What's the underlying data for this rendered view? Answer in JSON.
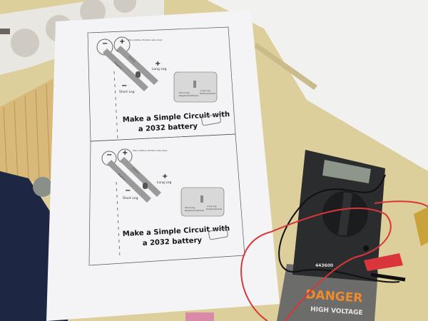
{
  "worksheet": {
    "cards": [
      {
        "title_line1": "Make a Simple Circuit with",
        "title_line2": "a 2032 battery",
        "long_leg": "Long Leg",
        "short_leg": "Short Leg",
        "battery_note": "Place battery Positive side down",
        "led_short": "Short Leg",
        "led_negative": "Negative/Cathode",
        "led_long": "Long Leg",
        "led_positive": "Positive/Anode",
        "negative_label": "Negative",
        "positive_label": "Positive",
        "logo": "Maker Happy"
      },
      {
        "title_line1": "Make a Simple Circuit with",
        "title_line2": "a 2032 battery",
        "long_leg": "Long Leg",
        "short_leg": "Short Leg",
        "battery_note": "Place battery Positive side down",
        "led_short": "Short Leg",
        "led_negative": "Negative/Cathode",
        "led_long": "Long Leg",
        "led_positive": "Positive/Anode",
        "negative_label": "Negative",
        "positive_label": "Positive",
        "logo": "Maker Happy"
      }
    ]
  },
  "multimeter": {
    "model": "443600",
    "pouch_line1": "DANGER",
    "pouch_line2": "HIGH VOLTAGE"
  },
  "colors": {
    "table": "#dccf9c",
    "paper": "#f4f4f6",
    "meter": "#2a2c2d",
    "red_lead": "#d8363a",
    "danger_orange": "#f08a2a",
    "bag": "#1d2744"
  }
}
